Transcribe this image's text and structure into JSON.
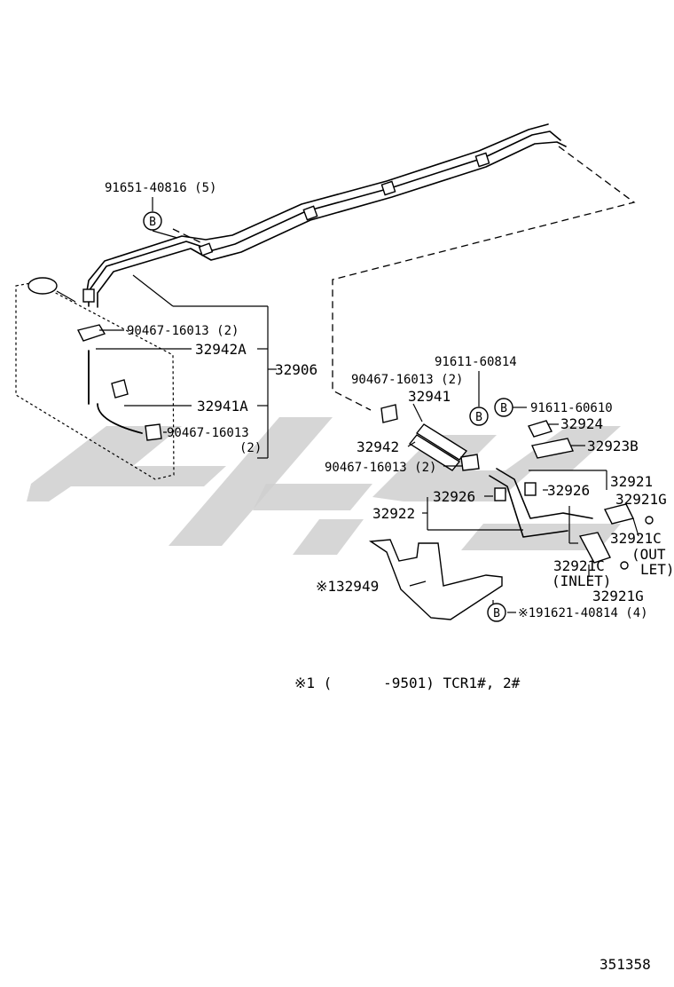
{
  "watermark": {
    "color": "#cccccc"
  },
  "callouts": {
    "c_91651": "91651-40816 (5)",
    "c_90467_top": "90467-16013 (2)",
    "c_32942A": "32942A",
    "c_32906": "32906",
    "c_32941A": "32941A",
    "c_90467_bottom": "90467-16013",
    "c_90467_bottom_qty": "(2)",
    "c_91611_60814": "91611-60814",
    "c_90467_mid": "90467-16013 (2)",
    "c_32941": "32941",
    "c_91611_60610": "91611-60610",
    "c_32924": "32924",
    "c_32942": "32942",
    "c_32923B": "32923B",
    "c_90467_low": "90467-16013 (2)",
    "c_32921": "32921",
    "c_32926_left": "32926",
    "c_32926_right": "32926",
    "c_32921G_top": "32921G",
    "c_32922": "32922",
    "c_32921C_right": "32921C",
    "c_out_1": "(OUT",
    "c_out_2": "LET)",
    "c_32921C_left": "32921C",
    "c_inlet": "(INLET)",
    "c_32921G_bottom": "32921G",
    "c_132949": "※132949",
    "c_191621": "※191621-40814 (4)",
    "bolt_symbol": "B"
  },
  "footnote": "※1 (      -9501) TCR1#, 2#",
  "diagram_id": "351358"
}
